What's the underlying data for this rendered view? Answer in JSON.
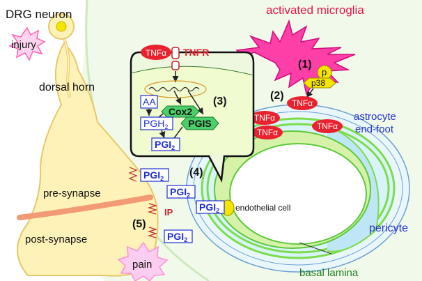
{
  "labels": {
    "drg_neuron": "DRG neuron",
    "injury": "injury",
    "dorsal_horn": "dorsal horn",
    "pre_synapse": "pre-synapse",
    "post_synapse": "post-synapse",
    "pain": "pain",
    "activated_microglia": "activated microglia",
    "astrocyte_line1": "astrocyte",
    "astrocyte_line2": "end-foot",
    "endothelial_cell": "endothelial cell",
    "pericyte": "pericyte",
    "basal_lamina": "basal lamina",
    "ip": "IP"
  },
  "steps": {
    "step1": "(1)",
    "step2": "(2)",
    "step3": "(3)",
    "step4": "(4)",
    "step5": "(5)"
  },
  "molecules": {
    "tnfa": "TNFα",
    "tnfr": "TNFR",
    "p": "p",
    "p38": "p38",
    "aa": "AA",
    "pgh_base": "PGH",
    "pgh_sub": "2",
    "cox2": "Cox2",
    "pgis": "PGIS",
    "pgi_base": "PGI",
    "pgi_sub": "2"
  },
  "colors": {
    "tnfa_fill": "#e8222e",
    "microglia": "#ff3fa8",
    "microglia_text": "#e8124a",
    "pgi_text": "#1f2fd6",
    "astrocyte_text": "#2233cc",
    "vessel_green": "#7ddc4a",
    "neuron_fill": "#fff2b8",
    "tissue_fill": "#f1faea"
  }
}
